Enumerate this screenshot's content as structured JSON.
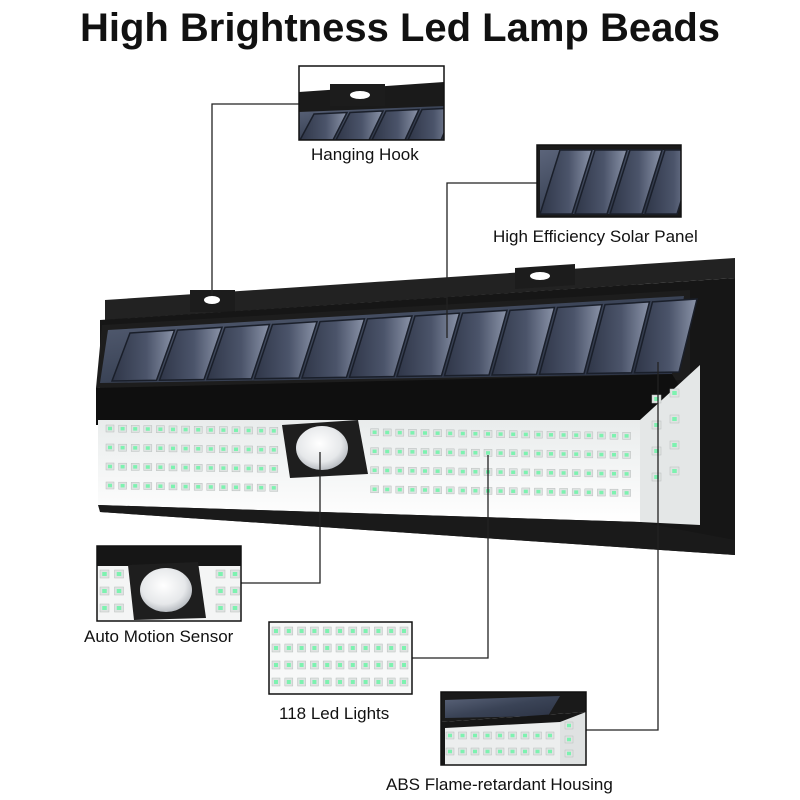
{
  "title": "High Brightness Led Lamp Beads",
  "callouts": {
    "hanging_hook": "Hanging Hook",
    "solar_panel": "High Efficiency Solar Panel",
    "motion_sensor": "Auto Motion Sensor",
    "led_lights": "118 Led Lights",
    "housing": "ABS Flame-retardant Housing"
  },
  "colors": {
    "housing_black": "#1a1a1a",
    "panel_blue": "#3a4356",
    "panel_light": "#8a93a8",
    "led_face": "#f2f4f3",
    "led_glow": "#7df2b0",
    "leader_line": "#222222"
  }
}
